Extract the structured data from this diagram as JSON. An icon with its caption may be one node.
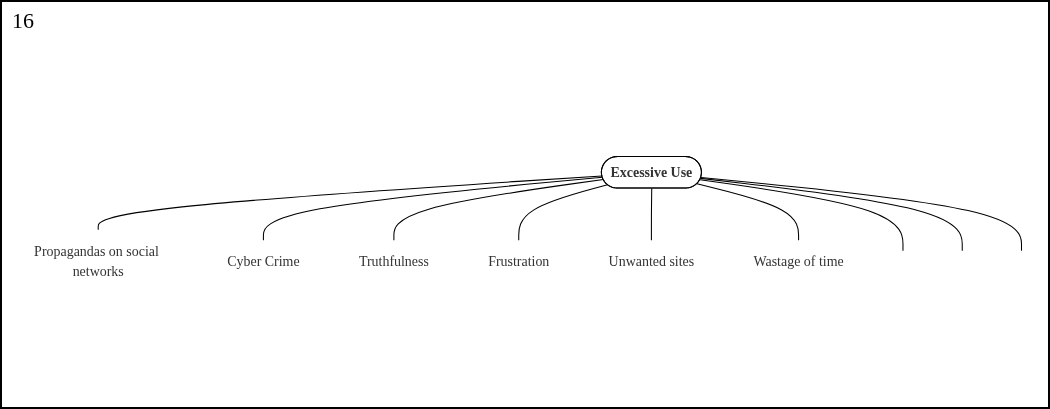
{
  "diagram": {
    "nodes": [
      {
        "text": [
          "Excessive Use"
        ]
      },
      {
        "text": [
          "Propagandas on social networks"
        ]
      },
      {
        "text": [
          "Cyber Crime"
        ]
      },
      {
        "text": [
          "Truthfulness"
        ]
      },
      {
        "text": [
          "Frustration"
        ]
      },
      {
        "text": [
          "Unwanted sites"
        ]
      },
      {
        "text": [
          "Wastage of time"
        ]
      }
    ],
    "edges": [
      {
        "from": 0,
        "to": 1,
        "arrow": "none"
      },
      {
        "from": 0,
        "to": 2,
        "arrow": "none"
      },
      {
        "from": 0,
        "to": 3,
        "arrow": "none"
      },
      {
        "from": 0,
        "to": 4,
        "arrow": "none"
      },
      {
        "from": 0,
        "to": 5,
        "arrow": "none"
      },
      {
        "from": 0,
        "to": 6,
        "arrow": "none"
      },
      {
        "from": 0,
        "to": null,
        "arrow": "none"
      },
      {
        "from": 0,
        "to": null,
        "arrow": "none"
      },
      {
        "from": 0,
        "to": null,
        "arrow": "none"
      }
    ],
    "labels": [
      "16"
    ]
  }
}
